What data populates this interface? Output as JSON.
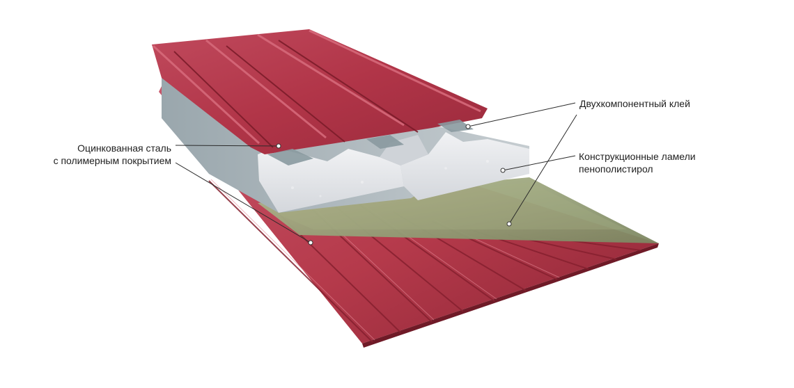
{
  "labels": {
    "galvanized_steel": {
      "line1": "Оцинкованная сталь",
      "line2": "с полимерным покрытием"
    },
    "two_component_glue": "Двухкомпонентный клей",
    "structural_lamellas": {
      "line1": "Конструкционные ламели",
      "line2": "пенополистирол"
    }
  },
  "colors": {
    "steel_red": "#b53a4b",
    "steel_red_dark": "#7e1e2c",
    "steel_red_light": "#d9707e",
    "foam": "#e4e6ea",
    "glue": "#8f9a72",
    "leader_line": "#2a2a2a"
  }
}
